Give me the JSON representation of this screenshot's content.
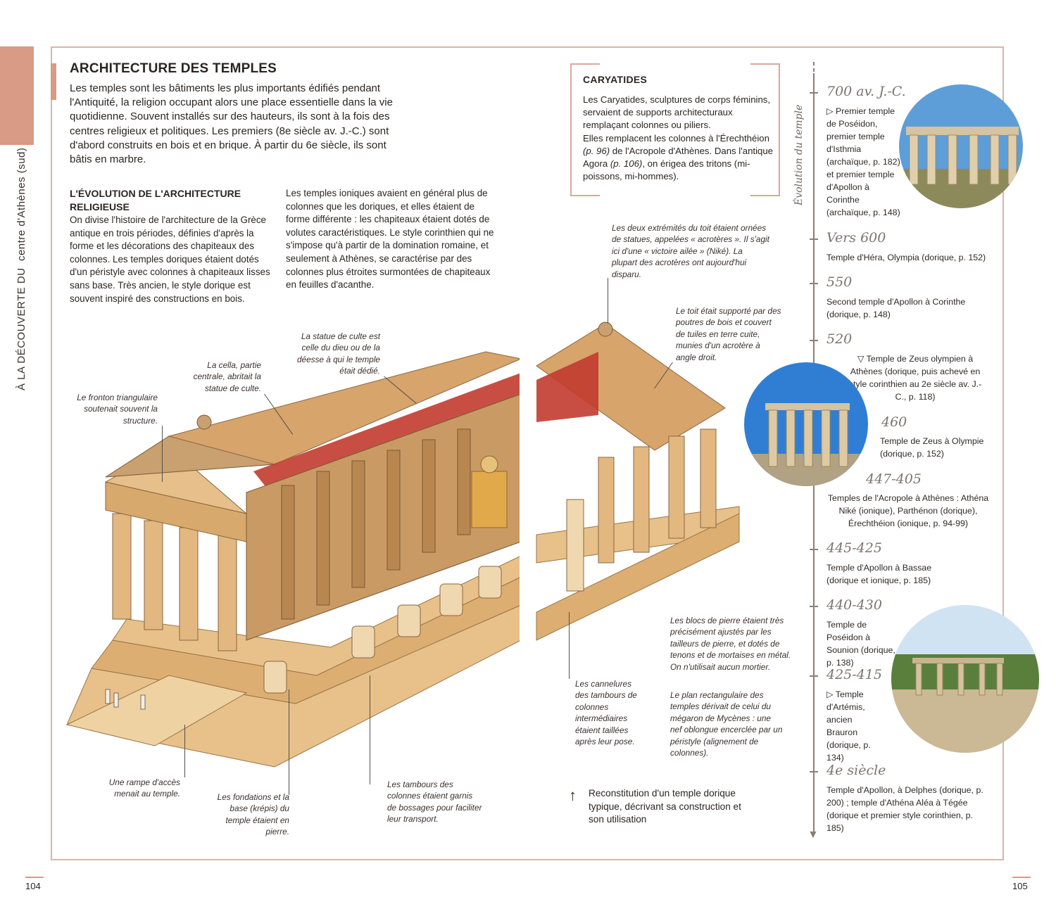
{
  "side": {
    "prefix": "À LA DÉCOUVERTE DU",
    "place": "centre d'Athènes (sud)"
  },
  "title": "ARCHITECTURE DES TEMPLES",
  "intro": "Les temples sont les bâtiments les plus importants édifiés pendant l'Antiquité, la religion occupant alors une place essentielle dans la vie quotidienne. Souvent installés sur des hauteurs, ils sont à la fois des centres religieux et politiques. Les premiers (8e siècle av. J.-C.) sont d'abord construits en bois et en brique. À partir du 6e siècle, ils sont bâtis en marbre.",
  "evolution": {
    "title": "L'ÉVOLUTION DE L'ARCHITECTURE RELIGIEUSE",
    "col1": "On divise l'histoire de l'architecture de la Grèce antique en trois périodes, définies d'après la forme et les décorations des chapiteaux des colonnes. Les temples doriques étaient dotés d'un péristyle avec colonnes à chapiteaux lisses sans base. Très ancien, le style dorique est souvent inspiré des constructions en bois.",
    "col2": "Les temples ioniques avaient en général plus de colonnes que les doriques, et elles étaient de forme différente : les chapiteaux étaient dotés de volutes caractéristiques. Le style corinthien qui ne s'impose qu'à partir de la domination romaine, et seulement à Athènes, se caractérise par des colonnes plus étroites surmontées de chapiteaux en feuilles d'acanthe."
  },
  "caryatides": {
    "title": "CARYATIDES",
    "p1": "Les Caryatides, sculptures de corps féminins, servaient de supports architecturaux remplaçant colonnes ou piliers.",
    "p2a": "Elles remplacent les colonnes à l'Érechthéion ",
    "p2ref": "(p. 96)",
    "p2b": " de l'Acropole d'Athènes. Dans l'antique Agora ",
    "p2ref2": "(p. 106)",
    "p2c": ", on érigea des tritons (mi-poissons, mi-hommes)."
  },
  "captions": {
    "fronton": "Le fronton triangulaire soutenait souvent la structure.",
    "cella": "La cella, partie centrale, abritait la statue de culte.",
    "statue": "La statue de culte est celle du dieu ou de la déesse à qui le temple était dédié.",
    "acroteres": "Les deux extrémités du toit étaient ornées de statues, appelées « acrotères ». Il s'agit ici d'une « victoire ailée » (Niké). La plupart des acrotères ont aujourd'hui disparu.",
    "toit": "Le toit était supporté par des poutres de bois et couvert de tuiles en terre cuite, munies d'un acrotère à angle droit.",
    "blocs": "Les blocs de pierre étaient très précisément ajustés par les tailleurs de pierre, et dotés de tenons et de mortaises en métal. On n'utilisait aucun mortier.",
    "cannelures": "Les cannelures des tambours de colonnes intermédiaires étaient taillées après leur pose.",
    "plan": "Le plan rectangulaire des temples dérivait de celui du mégaron de Mycènes : une nef oblongue encerclée par un péristyle (alignement de colonnes).",
    "rampe": "Une rampe d'accès menait au temple.",
    "fondations": "Les fondations et la base (krépis) du temple étaient en pierre.",
    "tambours": "Les tambours des colonnes étaient garnis de bossages pour faciliter leur transport."
  },
  "reconstitution": "Reconstitution d'un temple dorique typique, décrivant sa construction et son utilisation",
  "timeline": {
    "label": "Évolution du temple",
    "entries": [
      {
        "date": "700 av. J.-C.",
        "text": "▷ Premier temple de Poséidon, premier temple d'Isthmia (archaïque, p. 182) et premier temple d'Apollon à Corinthe (archaïque, p. 148)"
      },
      {
        "date": "Vers 600",
        "text": "Temple d'Héra, Olympia (dorique, p. 152)"
      },
      {
        "date": "550",
        "text": "Second temple d'Apollon à Corinthe (dorique, p. 148)"
      },
      {
        "date": "520",
        "text": "▽ Temple de Zeus olympien à Athènes (dorique, puis achevé en style corinthien au 2e siècle av. J.-C., p. 118)"
      },
      {
        "date": "460",
        "text": "Temple de Zeus à Olympie (dorique, p. 152)"
      },
      {
        "date": "447-405",
        "text": "Temples de l'Acropole à Athènes : Athéna Niké (ionique), Parthénon (dorique), Érechthéion (ionique, p. 94-99)"
      },
      {
        "date": "445-425",
        "text": "Temple d'Apollon à Bassae (dorique et ionique, p. 185)"
      },
      {
        "date": "440-430",
        "text": "Temple de Poséidon à Sounion (dorique, p. 138)"
      },
      {
        "date": "425-415",
        "text": "▷ Temple d'Artémis, ancien Brauron (dorique, p. 134)"
      },
      {
        "date": "4e siècle",
        "text": "Temple d'Apollon, à Delphes (dorique, p. 200) ; temple d'Athéna Aléa à Tégée (dorique et premier style corinthien, p. 185)"
      }
    ]
  },
  "pages": {
    "left": "104",
    "right": "105"
  },
  "colors": {
    "accent": "#d99a86",
    "stone": "#e3b77e",
    "roof_red": "#c23b2f"
  }
}
